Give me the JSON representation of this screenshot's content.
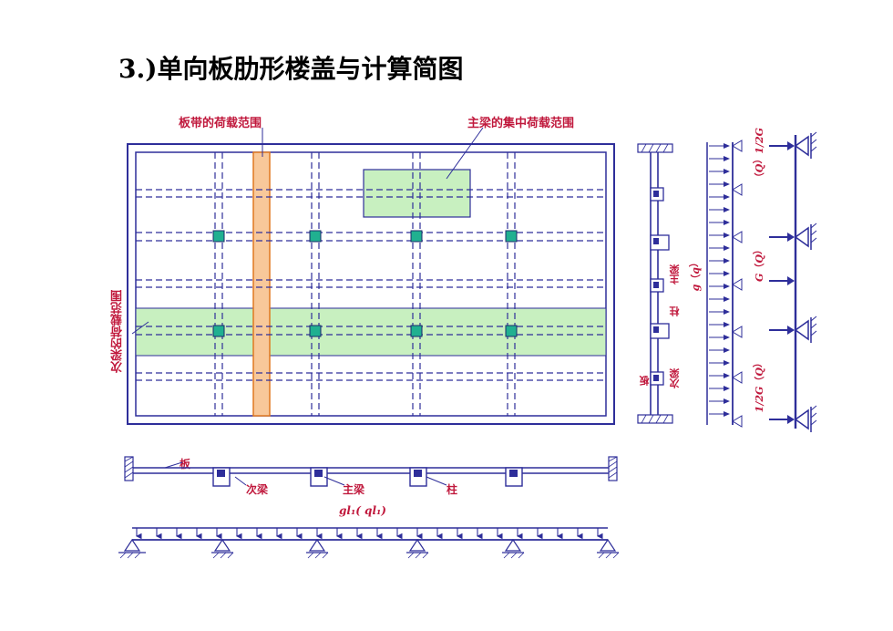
{
  "title": "3.)单向板肋形楼盖与计算简图",
  "labels": {
    "slab_strip_load": "板带的荷载范围",
    "main_beam_conc_load": "主梁的集中荷载范围",
    "secondary_beam_load": "次梁的荷载范围",
    "slab": "板",
    "secondary_beam": "次梁",
    "main_beam": "主梁",
    "column": "柱",
    "formula": "gl₁( ql₁)",
    "right_main_beam": "主梁",
    "right_column": "柱",
    "right_slab": "板",
    "right_secondary_beam": "次梁",
    "right_gq": "g（q）",
    "right_half_g_top": "（Q）1/2G",
    "right_G_mid": "G（Q）",
    "right_half_g_bot": "1/2G（Q）"
  },
  "colors": {
    "structure": "#2e2e9a",
    "label": "#c0183c",
    "strip_fill": "#f8c89a",
    "strip_stroke": "#e07820",
    "zone_fill": "#c8f0c0",
    "column_fill": "#20b090"
  }
}
